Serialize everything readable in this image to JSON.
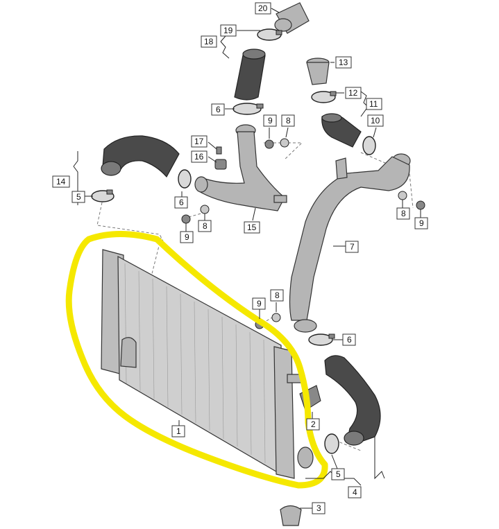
{
  "diagram": {
    "highlight_color": "#f5e800",
    "part_labels": {
      "p1": "1",
      "p2": "2",
      "p3": "3",
      "p4": "4",
      "p5a": "5",
      "p5b": "5",
      "p6a": "6",
      "p6b": "6",
      "p6c": "6",
      "p7": "7",
      "p8a": "8",
      "p8b": "8",
      "p8c": "8",
      "p8d": "8",
      "p9a": "9",
      "p9b": "9",
      "p9c": "9",
      "p9d": "9",
      "p10": "10",
      "p11": "11",
      "p12": "12",
      "p13": "13",
      "p14": "14",
      "p15": "15",
      "p16": "16",
      "p17": "17",
      "p18": "18",
      "p19": "19",
      "p20": "20"
    }
  }
}
